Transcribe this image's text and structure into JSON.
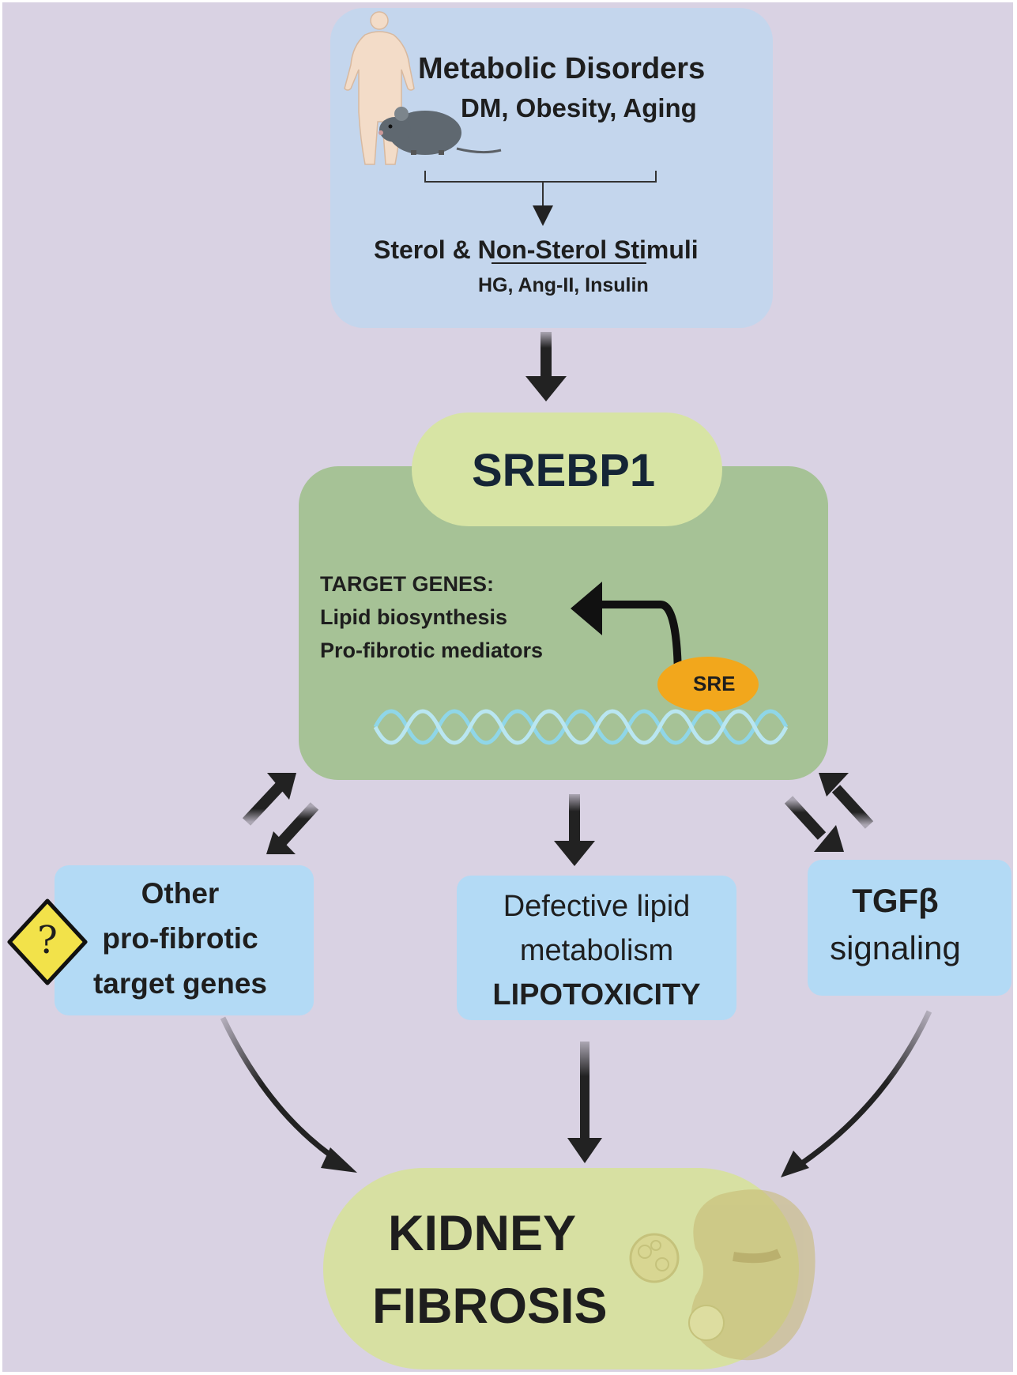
{
  "top": {
    "title": "Metabolic Disorders",
    "subtitle": "DM, Obesity, Aging",
    "stimuli_prefix": "Sterol & ",
    "stimuli_underlined": "Non-Sterol ",
    "stimuli_suffix": "Stimuli",
    "stimuli_examples": "HG, Ang-II, Insulin"
  },
  "srebp": {
    "label": "SREBP1",
    "target_heading": "TARGET GENES:",
    "target_line1": "Lipid biosynthesis",
    "target_line2": "Pro-fibrotic mediators",
    "sre_label": "SRE"
  },
  "left": {
    "line1": "Other",
    "line2": "pro-fibrotic",
    "line3": "target genes",
    "warning_symbol": "?"
  },
  "middle": {
    "line1": "Defective lipid",
    "line2": "metabolism",
    "line3": "LIPOTOXICITY"
  },
  "right": {
    "line1": "TGFβ",
    "line2": "signaling"
  },
  "outcome": {
    "line1": "KIDNEY",
    "line2": "FIBROSIS"
  },
  "colors": {
    "background": "#d9d2e3",
    "top_box": "#c4d6ed",
    "green_box": "#a6c296",
    "pill": "#d7e4a4",
    "blue_box": "#b3daf5",
    "sre": "#f2a71c",
    "dna": "#8fd6e8",
    "warning": "#f2e24a",
    "arrow": "#222222"
  },
  "icons": [
    "human-figure-icon",
    "mouse-icon",
    "dna-icon",
    "warning-question-icon",
    "kidney-icon"
  ]
}
